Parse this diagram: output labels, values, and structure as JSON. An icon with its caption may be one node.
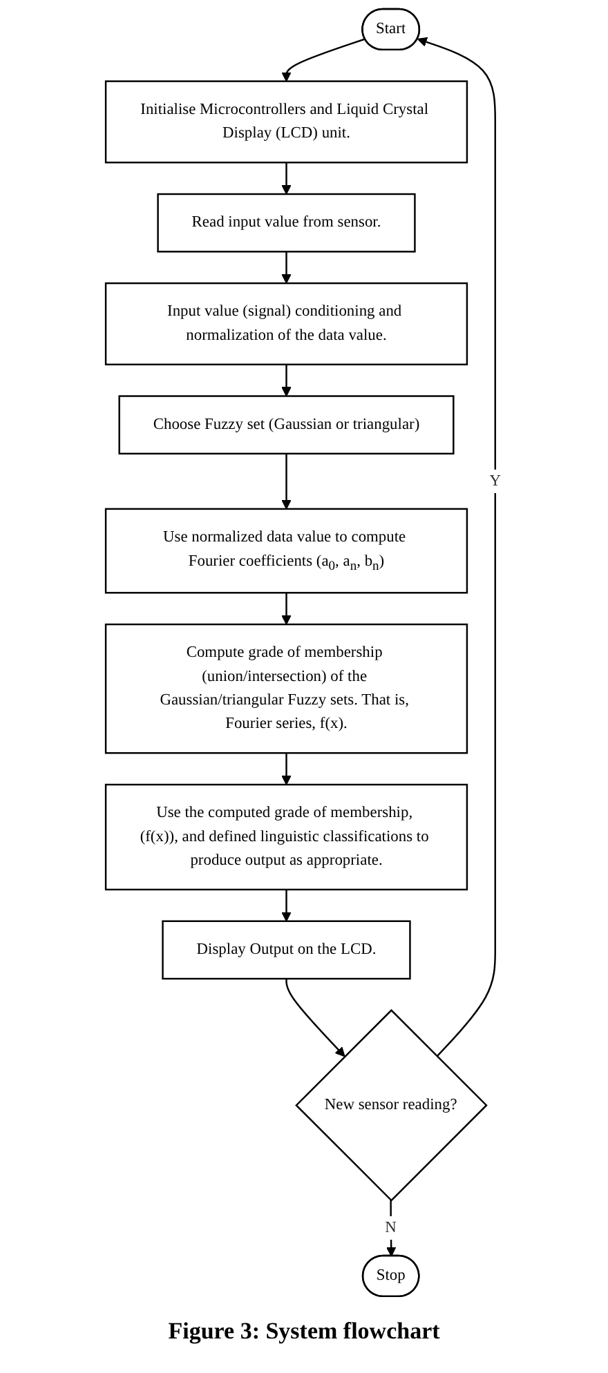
{
  "diagram": {
    "caption": "Figure 3: System flowchart",
    "nodes": [
      {
        "text": [
          "Start"
        ]
      },
      {
        "text": [
          "Initialise Microcontrollers and Liquid Crystal Display (LCD) unit."
        ]
      },
      {
        "text": [
          "Read input value from sensor."
        ]
      },
      {
        "text": [
          "Input value (signal) conditioning and normalization of the data value."
        ]
      },
      {
        "text": [
          "Choose Fuzzy set (Gaussian or triangular)"
        ]
      },
      {
        "text": [
          "Use normalized data value to compute Fourier coefficients (a$_{0}$, a$_{n}$, b$_{n}$)"
        ]
      },
      {
        "text": [
          "Compute grade of membership (union/intersection) of the Gaussian/triangular Fuzzy sets. That is, Fourier series, f(x)."
        ]
      },
      {
        "text": [
          "Use the computed grade of membership, (f(x)), and defined linguistic classifications to produce output as appropriate."
        ]
      },
      {
        "text": [
          "Display Output on the LCD."
        ]
      },
      {
        "text": [
          "New sensor reading?"
        ]
      },
      {
        "text": [
          "Stop"
        ]
      }
    ],
    "edges": [
      {
        "from": 0,
        "to": 1,
        "arrow": "to"
      },
      {
        "from": 1,
        "to": 2,
        "arrow": "to"
      },
      {
        "from": 2,
        "to": 3,
        "arrow": "to"
      },
      {
        "from": 3,
        "to": 4,
        "arrow": "to"
      },
      {
        "from": 4,
        "to": 5,
        "arrow": "to"
      },
      {
        "from": 5,
        "to": 6,
        "arrow": "to"
      },
      {
        "from": 6,
        "to": 7,
        "arrow": "to"
      },
      {
        "from": 7,
        "to": 8,
        "arrow": "to"
      },
      {
        "from": 8,
        "to": 9,
        "arrow": "to"
      },
      {
        "from": 9,
        "to": 0,
        "arrow": "to",
        "label": "Y"
      },
      {
        "from": 9,
        "to": 10,
        "arrow": "to",
        "label": "N"
      }
    ]
  }
}
